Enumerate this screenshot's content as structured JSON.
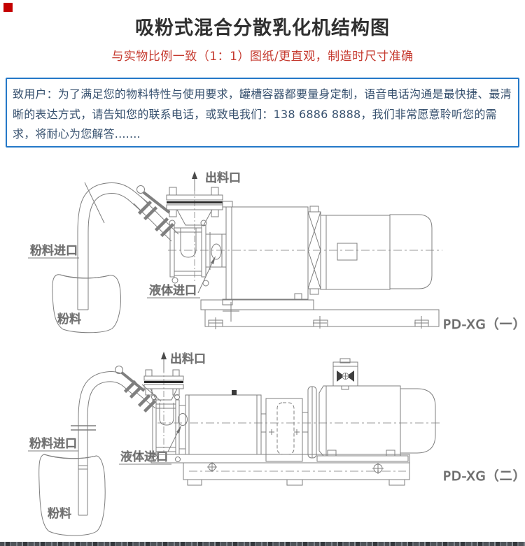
{
  "header": {
    "title": "吸粉式混合分散乳化机结构图",
    "subtitle": "与实物比例一致（1：1）图纸/更直观，制造时尺寸准确"
  },
  "notice": {
    "text": "致用户：为了满足您的物料特性与使用要求，罐槽容器都要量身定制，语音电话沟通是最快捷、最清晰的表达方式，请告知您的联系电话，或致电我们：138 6886 8888，我们非常愿意聆听您的需求，将耐心为您解答......."
  },
  "diagram1": {
    "outlet": "出料口",
    "powder_inlet": "粉料进口",
    "liquid_inlet": "液体进口",
    "powder": "粉料",
    "model": "PD-XG（一）"
  },
  "diagram2": {
    "outlet": "出料口",
    "powder_inlet": "粉料进口",
    "liquid_inlet": "液体进口",
    "powder": "粉料",
    "model": "PD-XG（二）"
  },
  "colors": {
    "brand_red": "#c40000",
    "subtitle_red": "#c5392e",
    "notice_border_blue": "#2478c8",
    "notice_text": "#36506e",
    "drawing_line_gray": "#7f7f7f"
  }
}
